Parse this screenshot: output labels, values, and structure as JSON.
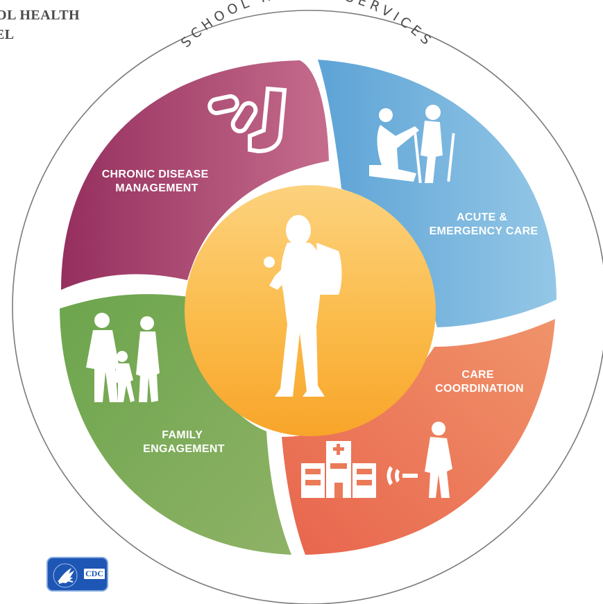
{
  "header": {
    "line1": "OOL HEALTH",
    "line2": "DEL"
  },
  "ring": {
    "label": "SCHOOL HEALTH SERVICES",
    "border_color": "#7a7a7a"
  },
  "segments": [
    {
      "id": "chronic",
      "label_lines": [
        "CHRONIC DISEASE",
        "MANAGEMENT"
      ],
      "color": "#a84972",
      "icon": "pills-and-inhaler-icon"
    },
    {
      "id": "acute",
      "label_lines": [
        "ACUTE &",
        "EMERGENCY CARE"
      ],
      "color": "#6fb0da",
      "icon": "crutches-helper-icon"
    },
    {
      "id": "coordination",
      "label_lines": [
        "CARE",
        "COORDINATION"
      ],
      "color": "#ea7a58",
      "icon": "hospital-phone-icon"
    },
    {
      "id": "family",
      "label_lines": [
        "FAMILY",
        "ENGAGEMENT"
      ],
      "color": "#7bab55",
      "icon": "family-icon"
    }
  ],
  "center": {
    "color": "#fbb33f",
    "icon": "student-with-backpack-icon"
  },
  "logo": {
    "text": "CDC",
    "color": "#1e56b5"
  }
}
